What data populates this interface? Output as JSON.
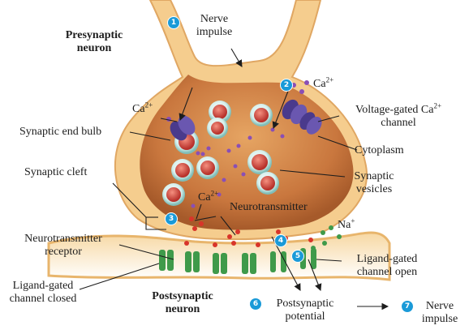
{
  "labels": {
    "presynaptic_l1": "Presynaptic",
    "presynaptic_l2": "neuron",
    "nerve_impulse_l1": "Nerve",
    "nerve_impulse_l2": "impulse",
    "ca_base": "Ca",
    "ca_sup": "2+",
    "synaptic_end_bulb": "Synaptic end bulb",
    "voltage_gated_l1": "Voltage-gated Ca",
    "voltage_gated_sup": "2+",
    "voltage_gated_l2": "channel",
    "cytoplasm": "Cytoplasm",
    "synaptic_cleft": "Synaptic cleft",
    "synaptic_vesicles_l1": "Synaptic",
    "synaptic_vesicles_l2": "vesicles",
    "neurotransmitter": "Neurotransmitter",
    "na_base": "Na",
    "na_sup": "+",
    "nt_receptor_l1": "Neurotransmitter",
    "nt_receptor_l2": "receptor",
    "ligand_open_l1": "Ligand-gated",
    "ligand_open_l2": "channel open",
    "ligand_closed_l1": "Ligand-gated",
    "ligand_closed_l2": "channel closed",
    "postsynaptic_l1": "Postsynaptic",
    "postsynaptic_l2": "neuron",
    "post_potential_l1": "Postsynaptic",
    "post_potential_l2": "potential",
    "nerve_impulse2_l1": "Nerve",
    "nerve_impulse2_l2": "impulse"
  },
  "steps": [
    "1",
    "2",
    "3",
    "4",
    "5",
    "6",
    "7"
  ],
  "colors": {
    "step_badge": "#1a9ad8",
    "membrane": "#f2c98a",
    "cytoplasm": "#c9773e",
    "vesicle": "#cfe9e6",
    "neurotransmitter": "#d8352a",
    "calcium_ion": "#8a4fb5",
    "channel": "#4a3a8c",
    "receptor": "#3f9a4a",
    "sodium_ion": "#3f9a4a"
  }
}
